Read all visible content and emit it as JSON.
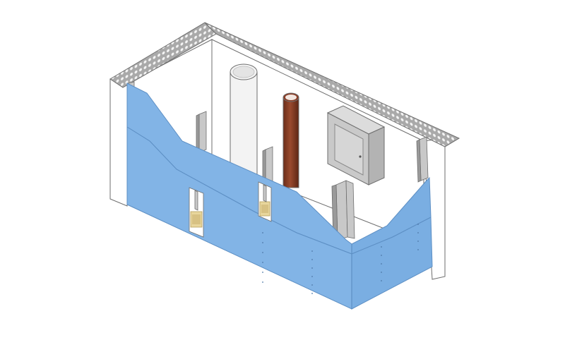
{
  "diagram": {
    "subject": "",
    "colors": {
      "background": "#ffffff",
      "interior_wall": "#ffffff",
      "outline": "#6e6e6e",
      "drywall_blue": "#82b4e6",
      "drywall_blue_side": "#7aaee2",
      "drywall_edge": "#5d8fc4",
      "perforated_track": "#a9a9a9",
      "perforation_hole": "#f4f4f4",
      "steel_stud": "#c8c8c8",
      "white_pipe": "#f3f3f3",
      "copper_pipe": "#8a3c25",
      "electrical_box": "#c9c9c9",
      "insulation_pad": "#e8d69c"
    },
    "components": [
      "perforated-ceiling-track",
      "steel-stud",
      "white-pipe",
      "copper-pipe",
      "electrical-box",
      "drywall-panel",
      "insulation-pad"
    ]
  }
}
